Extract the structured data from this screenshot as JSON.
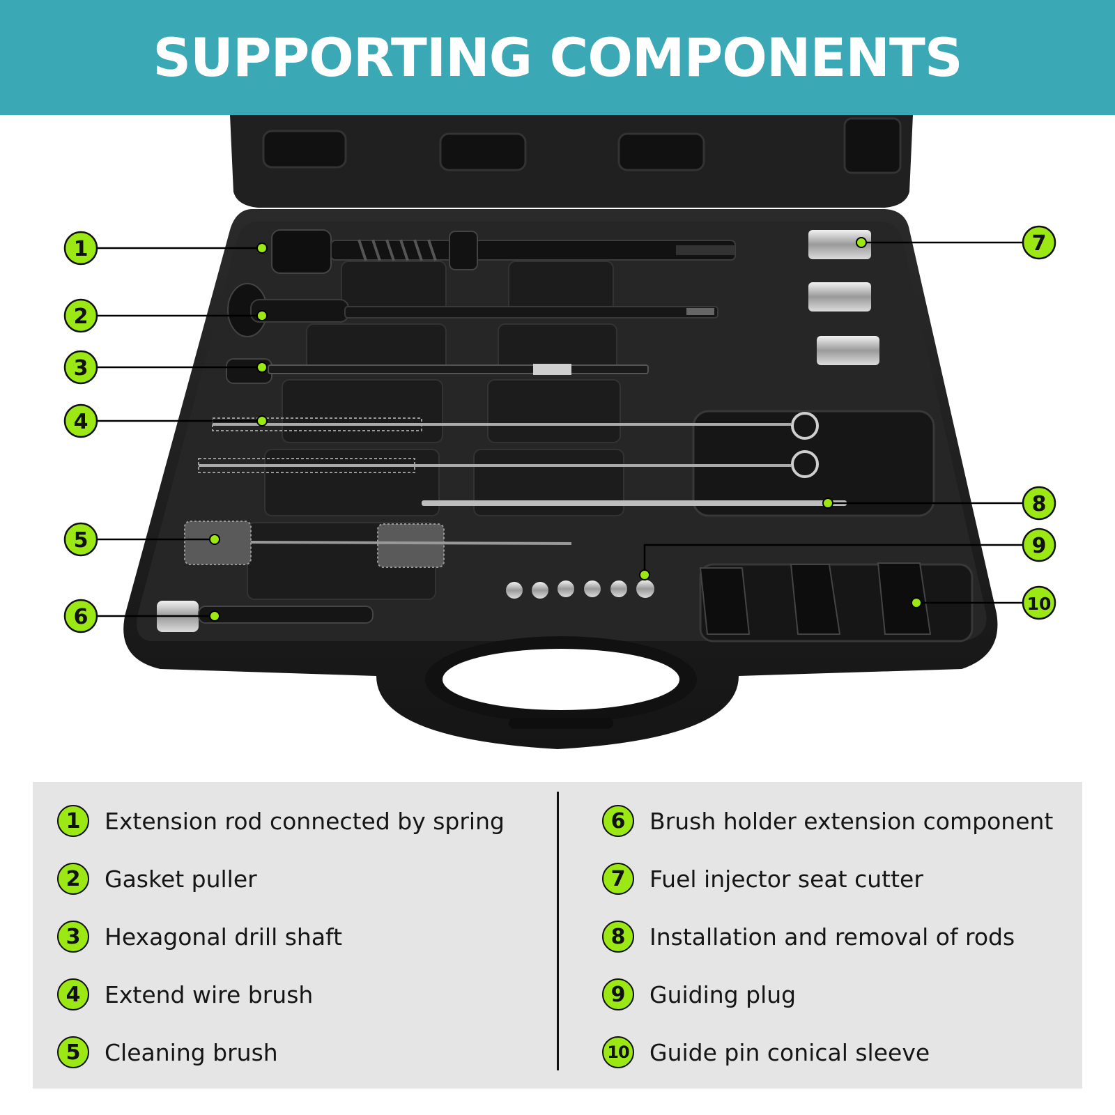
{
  "banner": {
    "title": "SUPPORTING COMPONENTS"
  },
  "callouts": [
    "1",
    "2",
    "3",
    "4",
    "5",
    "6",
    "7",
    "8",
    "9",
    "10"
  ],
  "colors": {
    "banner": "#3aa9b5",
    "badge": "#9be814",
    "case": "#1e1e1e",
    "legend_bg": "#e5e5e5"
  },
  "legend": {
    "left": [
      {
        "num": "1",
        "label": "Extension rod connected by spring"
      },
      {
        "num": "2",
        "label": "Gasket puller"
      },
      {
        "num": "3",
        "label": "Hexagonal drill shaft"
      },
      {
        "num": "4",
        "label": "Extend wire brush"
      },
      {
        "num": "5",
        "label": "Cleaning brush"
      }
    ],
    "right": [
      {
        "num": "6",
        "label": "Brush holder extension component"
      },
      {
        "num": "7",
        "label": "Fuel injector seat cutter"
      },
      {
        "num": "8",
        "label": "Installation and removal of rods"
      },
      {
        "num": "9",
        "label": "Guiding plug"
      },
      {
        "num": "10",
        "label": "Guide pin conical sleeve"
      }
    ]
  }
}
